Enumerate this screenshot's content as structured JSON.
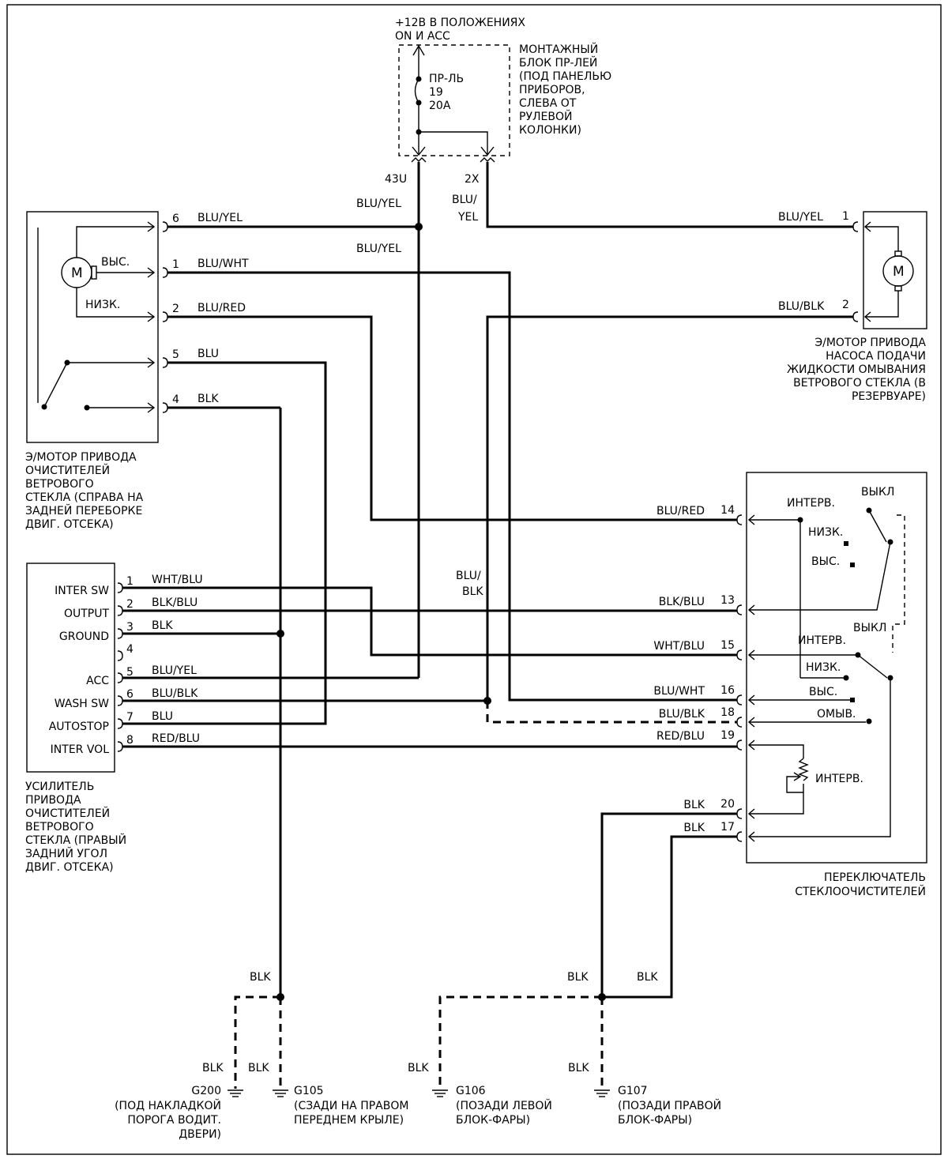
{
  "fuse_block": {
    "supply": [
      "+12В В ПОЛОЖЕНИЯХ",
      "ON И  ACC"
    ],
    "fuse": [
      "ПР-ЛЬ",
      "19",
      "20A"
    ],
    "desc": [
      "МОНТАЖНЫЙ",
      "БЛОК ПР-ЛЕЙ",
      "(ПОД ПАНЕЛЬЮ",
      "ПРИБОРОВ,",
      "СЛЕВА ОТ",
      "РУЛЕВОЙ",
      "КОЛОНКИ)"
    ],
    "conn_left": "43U",
    "conn_right": "2X"
  },
  "wiper_motor": {
    "motor": "M",
    "speed_high": "ВЫС.",
    "speed_low": "НИЗК.",
    "desc": [
      "Э/МОТОР ПРИВОДА",
      "ОЧИСТИТЕЛЕЙ",
      "ВЕТРОВОГО",
      "СТЕКЛА (СПРАВА НА",
      "ЗАДНЕЙ ПЕРЕБОРКЕ",
      "ДВИГ. ОТСЕКА)"
    ],
    "pins": [
      {
        "num": "6",
        "wire": "BLU/YEL"
      },
      {
        "num": "1",
        "wire": "BLU/WHT"
      },
      {
        "num": "2",
        "wire": "BLU/RED"
      },
      {
        "num": "5",
        "wire": "BLU"
      },
      {
        "num": "4",
        "wire": "BLK"
      }
    ]
  },
  "washer_motor": {
    "motor": "M",
    "desc": [
      "Э/МОТОР ПРИВОДА",
      "НАСОСА ПОДАЧИ",
      "ЖИДКОСТИ  ОМЫВАНИЯ",
      "ВЕТРОВОГО СТЕКЛА (В",
      "РЕЗЕРВУАРЕ)"
    ],
    "pins": [
      {
        "num": "1",
        "wire": "BLU/YEL"
      },
      {
        "num": "2",
        "wire": "BLU/BLK"
      }
    ]
  },
  "vertical_labels": {
    "blu_yel_a": "BLU/YEL",
    "blu_yel_b": "BLU/YEL",
    "blu_yel_split": [
      "BLU/",
      "YEL"
    ],
    "blu_blk_split": [
      "BLU/",
      "BLK"
    ]
  },
  "amplifier": {
    "desc": [
      "УСИЛИТЕЛЬ",
      "ПРИВОДА",
      "ОЧИСТИТЕЛЕЙ",
      "ВЕТРОВОГО",
      "СТЕКЛА (ПРАВЫЙ",
      "ЗАДНИЙ УГОЛ",
      "ДВИГ. ОТСЕКА)"
    ],
    "pins": [
      {
        "label": "INTER SW",
        "num": "1",
        "wire": "WHT/BLU"
      },
      {
        "label": "OUTPUT",
        "num": "2",
        "wire": "BLK/BLU"
      },
      {
        "label": "GROUND",
        "num": "3",
        "wire": "BLK"
      },
      {
        "label": "",
        "num": "4",
        "wire": ""
      },
      {
        "label": "ACC",
        "num": "5",
        "wire": "BLU/YEL"
      },
      {
        "label": "WASH SW",
        "num": "6",
        "wire": "BLU/BLK"
      },
      {
        "label": "AUTOSTOP",
        "num": "7",
        "wire": "BLU"
      },
      {
        "label": "INTER VOL",
        "num": "8",
        "wire": "RED/BLU"
      }
    ]
  },
  "wiper_switch": {
    "desc": [
      "ПЕРЕКЛЮЧАТЕЛЬ",
      "СТЕКЛООЧИСТИТЕЛЕЙ"
    ],
    "off_1": "ВЫКЛ",
    "int_1": "ИНТЕРВ.",
    "low_1": "НИЗК.",
    "high_1": "ВЫС.",
    "off_2": "ВЫКЛ",
    "int_2": "ИНТЕРВ.",
    "low_2": "НИЗК.",
    "high_2": "ВЫС.",
    "wash": "ОМЫВ.",
    "int_vol": "ИНТЕРВ.",
    "pins": [
      {
        "num": "14",
        "wire": "BLU/RED"
      },
      {
        "num": "13",
        "wire": "BLK/BLU"
      },
      {
        "num": "15",
        "wire": "WHT/BLU"
      },
      {
        "num": "16",
        "wire": "BLU/WHT"
      },
      {
        "num": "18",
        "wire": "BLU/BLK"
      },
      {
        "num": "19",
        "wire": "RED/BLU"
      },
      {
        "num": "20",
        "wire": "BLK"
      },
      {
        "num": "17",
        "wire": "BLK"
      }
    ]
  },
  "grounds": {
    "blk_top_left": "BLK",
    "blk_top_mid": "BLK",
    "blk_top_right": "BLK",
    "blk_g200": "BLK",
    "blk_g105": "BLK",
    "blk_g106": "BLK",
    "blk_g107": "BLK",
    "g200": {
      "name": "G200",
      "desc": [
        "(ПОД НАКЛАДКОЙ",
        "ПОРОГА ВОДИТ.",
        "ДВЕРИ)"
      ]
    },
    "g105": {
      "name": "G105",
      "desc": [
        "(СЗАДИ  НА ПРАВОМ",
        "ПЕРЕДНЕМ КРЫЛЕ)"
      ]
    },
    "g106": {
      "name": "G106",
      "desc": [
        "(ПОЗАДИ ЛЕВОЙ",
        "БЛОК-ФАРЫ)"
      ]
    },
    "g107": {
      "name": "G107",
      "desc": [
        "(ПОЗАДИ ПРАВОЙ",
        "БЛОК-ФАРЫ)"
      ]
    }
  }
}
